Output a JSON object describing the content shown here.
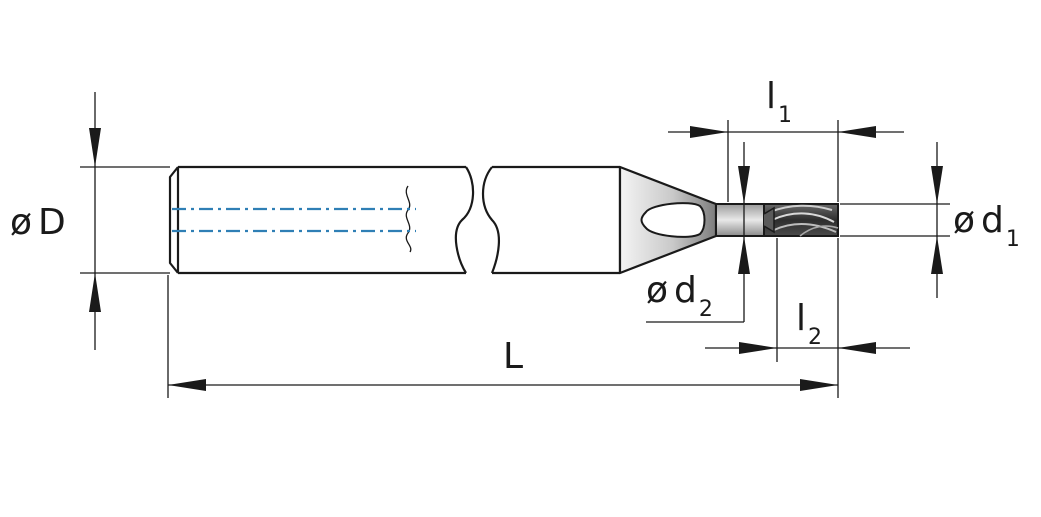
{
  "labels": {
    "shank_diameter": {
      "symbol": "ø",
      "letter": "D"
    },
    "cutting_diameter": {
      "symbol": "ø",
      "letter": "d",
      "index": "1"
    },
    "neck_diameter": {
      "symbol": "ø",
      "letter": "d",
      "index": "2"
    },
    "overall_length": {
      "letter": "L"
    },
    "reach_length": {
      "letter": "l",
      "index": "1"
    },
    "flute_length": {
      "letter": "l",
      "index": "2"
    }
  },
  "colors": {
    "outline": "#1a1a1a",
    "centerline": "#2f7fb5",
    "cutter_dark": "#3a3a3a",
    "neck_gradient_light": "#f2f2f2",
    "neck_gradient_dark": "#8a8a8a"
  }
}
